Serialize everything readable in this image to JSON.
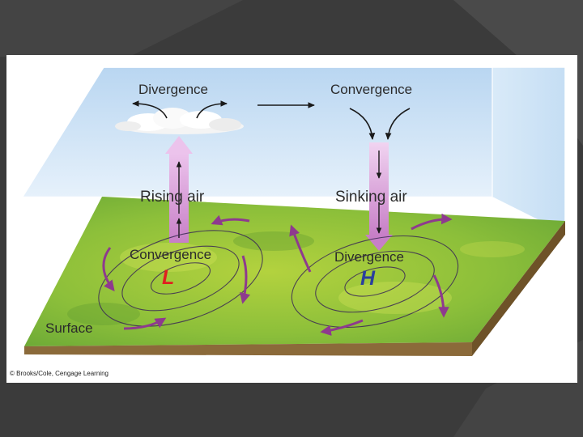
{
  "diagram": {
    "upper_left_label": "Divergence",
    "upper_right_label": "Convergence",
    "rising_label": "Rising air",
    "sinking_label": "Sinking air",
    "low_surface_label": "Convergence",
    "high_surface_label": "Divergence",
    "low_symbol": "L",
    "high_symbol": "H",
    "surface_label": "Surface",
    "copyright": "© Brooks/Cole, Cengage Learning"
  },
  "colors": {
    "slide_background": "#3b3b3b",
    "panel": "#ffffff",
    "sky_top": "#b9d6f1",
    "ground": "#8cbf3a",
    "air_arrow": "#d9a3d9",
    "surface_flow_arrow": "#8e3a8e",
    "low_symbol": "#e02020",
    "high_symbol": "#2a3f9e"
  }
}
